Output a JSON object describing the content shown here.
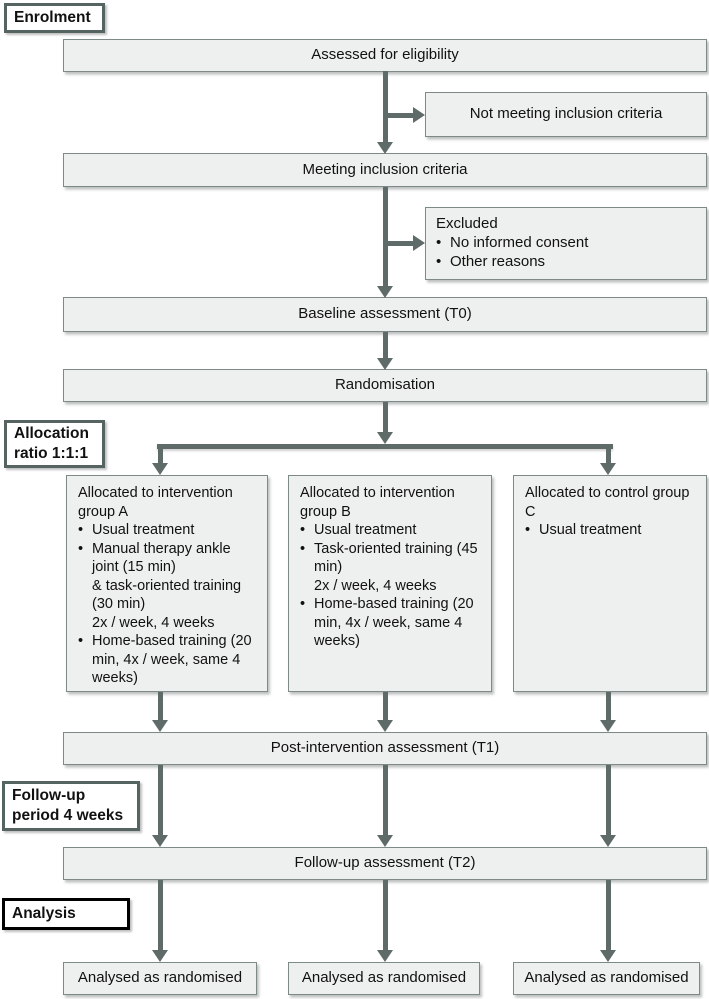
{
  "colors": {
    "box-fill": "#edf0ee",
    "box-border": "#7e8a87",
    "arrow": "#5f6b68",
    "stage-border": "#566461",
    "analysis-border": "#000000",
    "text": "#111111"
  },
  "stage_labels": {
    "enrolment": "Enrolment",
    "allocation_line1": "Allocation",
    "allocation_line2": "ratio 1:1:1",
    "followup_line1": "Follow-up",
    "followup_line2": "period 4 weeks",
    "analysis": "Analysis"
  },
  "flow": {
    "assessed": "Assessed for eligibility",
    "not_meeting": "Not meeting inclusion criteria",
    "meeting": "Meeting inclusion criteria",
    "excluded_title": "Excluded",
    "excluded_bullets": [
      "No informed consent",
      "Other reasons"
    ],
    "baseline": "Baseline assessment (T0)",
    "randomisation": "Randomisation",
    "post_intervention": "Post-intervention assessment (T1)",
    "followup_assessment": "Follow-up assessment (T2)",
    "analysed": "Analysed as randomised"
  },
  "groups": [
    {
      "title": "Allocated to intervention group A",
      "bullets": [
        "Usual treatment",
        "Manual therapy ankle joint (15 min)\n& task-oriented training (30 min)\n2x / week, 4 weeks",
        "Home-based training (20 min, 4x / week, same 4 weeks)"
      ]
    },
    {
      "title": "Allocated to intervention group B",
      "bullets": [
        "Usual treatment",
        "Task-oriented training (45 min)\n2x / week, 4 weeks",
        "Home-based training (20 min, 4x / week, same 4 weeks)"
      ]
    },
    {
      "title": "Allocated to control group C",
      "bullets": [
        "Usual treatment"
      ]
    }
  ]
}
